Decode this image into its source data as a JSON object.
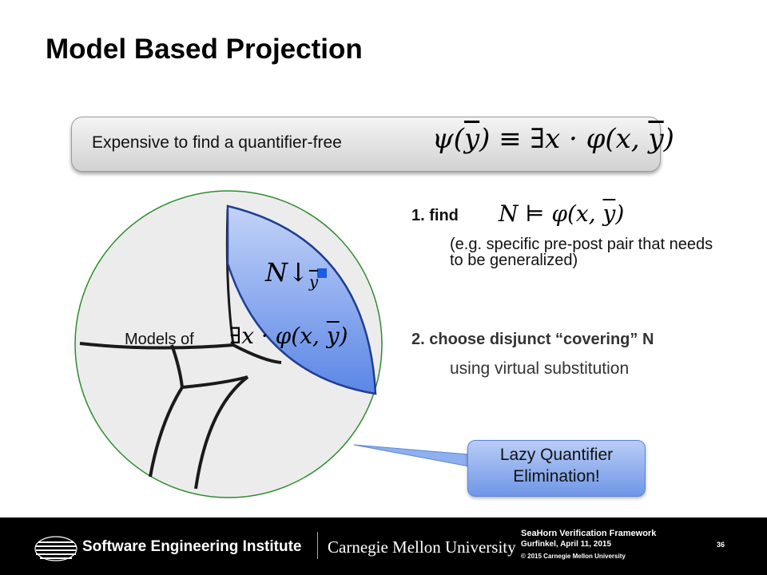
{
  "slide": {
    "title": "Model Based Projection",
    "banner": {
      "text": "Expensive to find a quantifier-free",
      "math": {
        "lhs": "ψ(",
        "lhs_var": "y",
        "rhs": ") ≡ ∃x · φ(x, ",
        "rhs_var": "y",
        "close": ")"
      }
    },
    "step1": {
      "label": "1.  find",
      "math": {
        "text": "N ⊨ φ(x, ",
        "var": "y",
        "close": ")"
      },
      "note": "(e.g. specific pre-post pair that needs to be generalized)"
    },
    "step2": {
      "label": "2. choose disjunct “covering” N",
      "sub": "using virtual substitution"
    },
    "diagram": {
      "models_label": "Models of",
      "models_math": {
        "text": "∃x · φ(x, ",
        "var": "y",
        "close": ")"
      },
      "region_math": {
        "base": "N↓",
        "sub": "y"
      },
      "colors": {
        "circle_stroke": "#2e8b2e",
        "circle_fill": "#ececec",
        "region_fill_top": "#c3d3f7",
        "region_fill_bottom": "#5a86e6",
        "marker": "#1a5ce6"
      }
    },
    "callout": {
      "line1": "Lazy Quantifier",
      "line2": "Elimination!"
    }
  },
  "footer": {
    "org": "Software Engineering Institute",
    "university": "Carnegie Mellon University",
    "line1": "SeaHorn Verification Framework",
    "line2": "Gurfinkel, April 11, 2015",
    "line3": "© 2015 Carnegie Mellon University",
    "page_number": "36"
  }
}
